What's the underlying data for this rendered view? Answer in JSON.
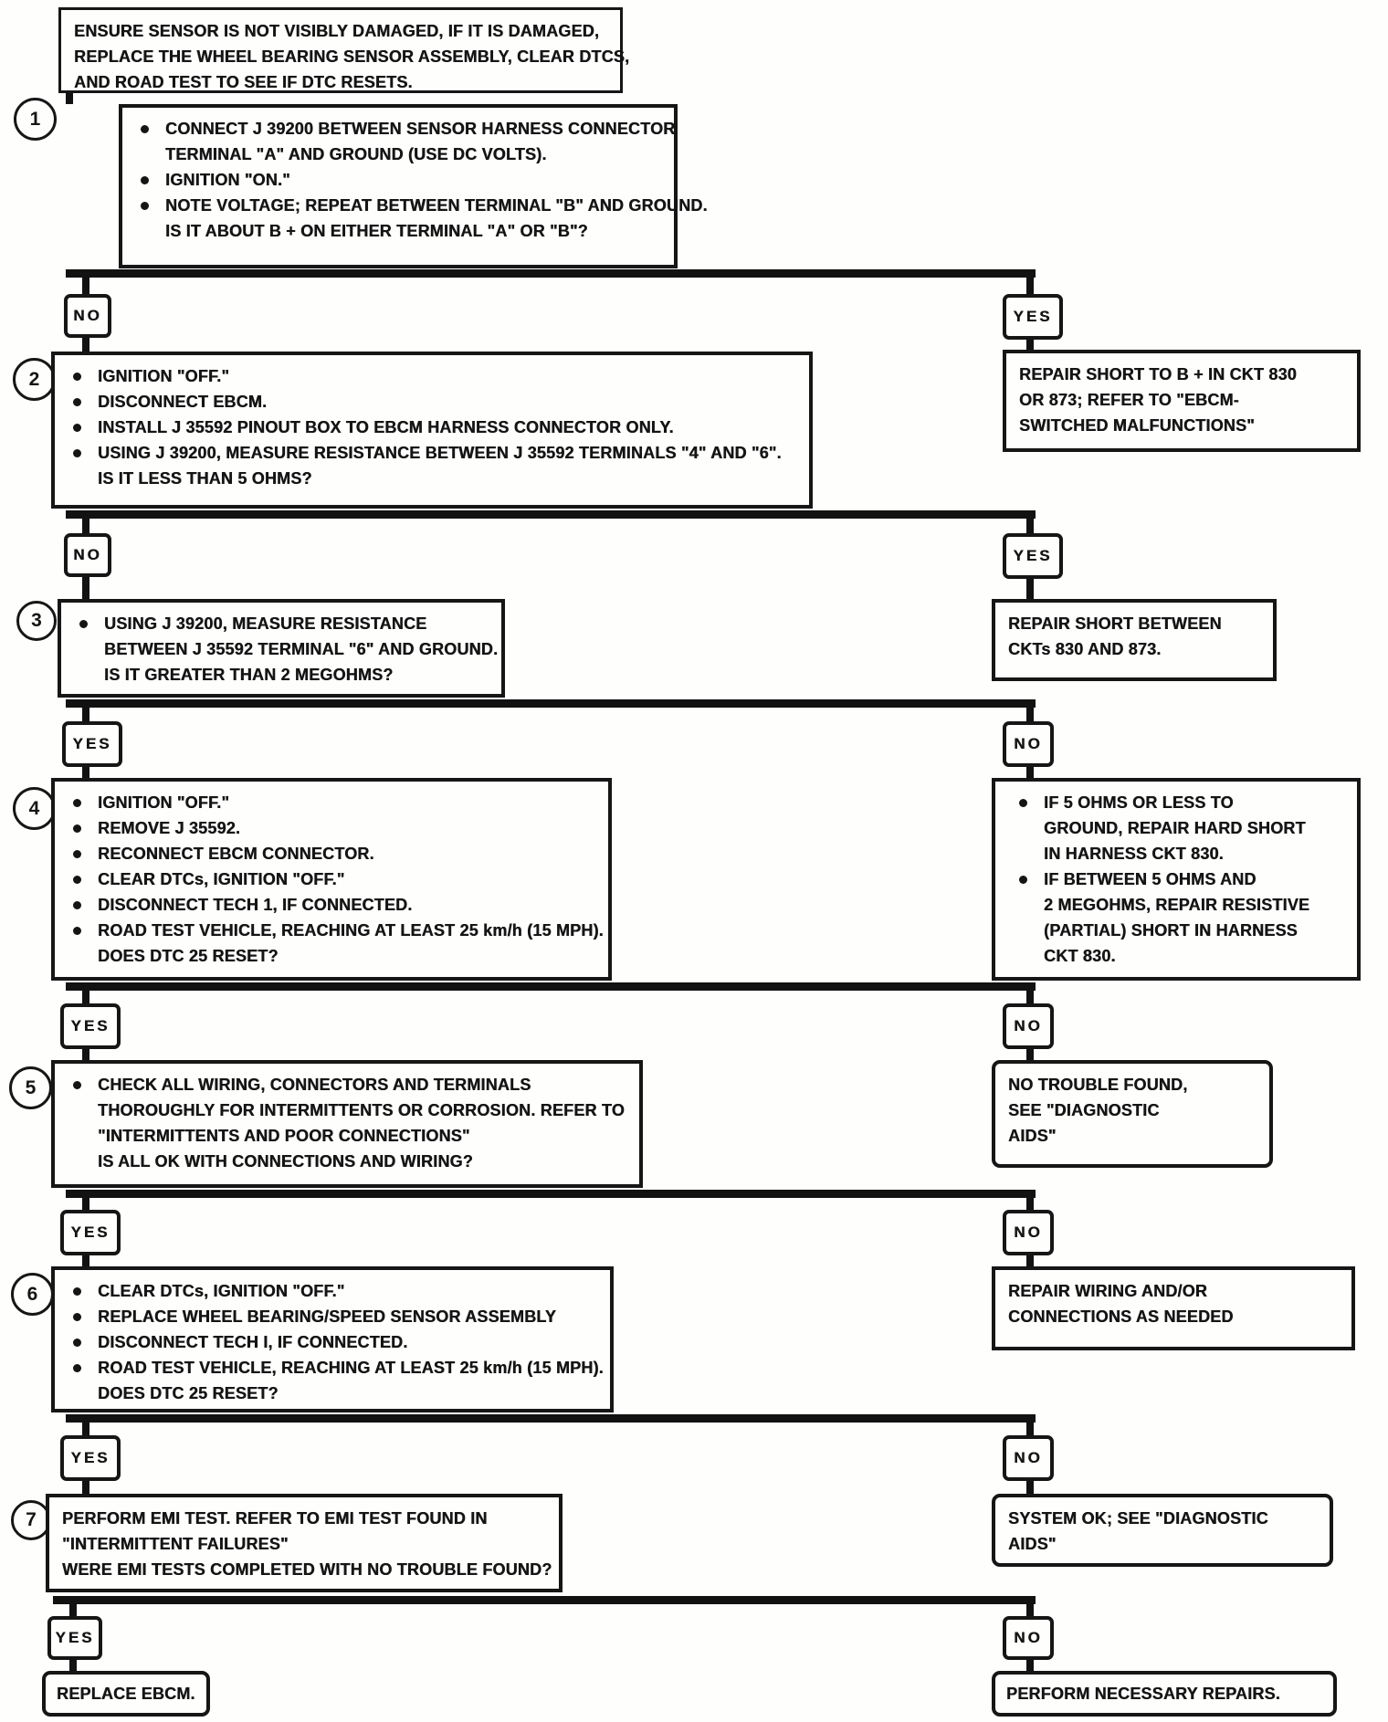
{
  "diagram": {
    "description": "DTC 25 wheel speed sensor diagnostic flowchart",
    "top_note": {
      "items": [
        {
          "bullet": false,
          "lines": [
            "ENSURE SENSOR IS NOT VISIBLY DAMAGED, IF IT IS DAMAGED,",
            "REPLACE THE WHEEL BEARING SENSOR ASSEMBLY, CLEAR DTCS,",
            "AND ROAD TEST TO SEE IF DTC RESETS."
          ]
        }
      ]
    },
    "steps": [
      {
        "number": "1",
        "items": [
          {
            "bullet": true,
            "lines": [
              "CONNECT J 39200 BETWEEN SENSOR HARNESS CONNECTOR",
              "TERMINAL \"A\" AND GROUND (USE DC VOLTS)."
            ]
          },
          {
            "bullet": true,
            "lines": [
              "IGNITION \"ON.\""
            ]
          },
          {
            "bullet": true,
            "lines": [
              "NOTE VOLTAGE; REPEAT BETWEEN TERMINAL \"B\" AND GROUND.",
              "IS IT ABOUT B + ON EITHER TERMINAL \"A\" OR \"B\"?"
            ]
          }
        ],
        "left_label": "NO",
        "right_label": "YES",
        "right_result": {
          "items": [
            {
              "bullet": false,
              "lines": [
                "REPAIR SHORT TO B + IN CKT 830",
                "OR 873; REFER TO \"EBCM-",
                "SWITCHED MALFUNCTIONS\""
              ]
            }
          ]
        }
      },
      {
        "number": "2",
        "items": [
          {
            "bullet": true,
            "lines": [
              "IGNITION \"OFF.\""
            ]
          },
          {
            "bullet": true,
            "lines": [
              "DISCONNECT EBCM."
            ]
          },
          {
            "bullet": true,
            "lines": [
              "INSTALL J 35592 PINOUT BOX TO EBCM HARNESS CONNECTOR ONLY."
            ]
          },
          {
            "bullet": true,
            "lines": [
              "USING J 39200, MEASURE RESISTANCE BETWEEN J 35592 TERMINALS \"4\" AND \"6\".",
              "IS IT LESS THAN 5 OHMS?"
            ]
          }
        ],
        "left_label": "NO",
        "right_label": "YES",
        "right_result": {
          "items": [
            {
              "bullet": false,
              "lines": [
                "REPAIR SHORT BETWEEN",
                "CKTs 830 AND 873."
              ]
            }
          ]
        }
      },
      {
        "number": "3",
        "items": [
          {
            "bullet": true,
            "lines": [
              "USING J 39200, MEASURE RESISTANCE",
              "BETWEEN J 35592 TERMINAL \"6\" AND GROUND.",
              "IS IT GREATER THAN 2 MEGOHMS?"
            ]
          }
        ],
        "left_label": "YES",
        "right_label": "NO",
        "right_result": {
          "items": [
            {
              "bullet": true,
              "lines": [
                "IF 5 OHMS OR LESS TO",
                "GROUND, REPAIR HARD SHORT",
                "IN HARNESS CKT 830."
              ]
            },
            {
              "bullet": true,
              "lines": [
                "IF BETWEEN 5 OHMS AND",
                "2 MEGOHMS, REPAIR RESISTIVE",
                "(PARTIAL) SHORT IN HARNESS",
                "CKT 830."
              ]
            }
          ]
        }
      },
      {
        "number": "4",
        "items": [
          {
            "bullet": true,
            "lines": [
              "IGNITION \"OFF.\""
            ]
          },
          {
            "bullet": true,
            "lines": [
              "REMOVE J 35592."
            ]
          },
          {
            "bullet": true,
            "lines": [
              "RECONNECT EBCM CONNECTOR."
            ]
          },
          {
            "bullet": true,
            "lines": [
              "CLEAR DTCs, IGNITION \"OFF.\""
            ]
          },
          {
            "bullet": true,
            "lines": [
              "DISCONNECT TECH 1, IF CONNECTED."
            ]
          },
          {
            "bullet": true,
            "lines": [
              "ROAD TEST VEHICLE, REACHING AT LEAST 25 km/h (15 MPH).",
              "DOES DTC 25 RESET?"
            ]
          }
        ],
        "left_label": "YES",
        "right_label": "NO",
        "right_result": {
          "items": [
            {
              "bullet": false,
              "lines": [
                "NO TROUBLE FOUND,",
                "SEE \"DIAGNOSTIC",
                "AIDS\""
              ]
            }
          ]
        }
      },
      {
        "number": "5",
        "items": [
          {
            "bullet": true,
            "lines": [
              "CHECK ALL WIRING, CONNECTORS AND TERMINALS",
              "THOROUGHLY FOR INTERMITTENTS OR CORROSION.  REFER TO",
              "\"INTERMITTENTS AND POOR CONNECTIONS\"",
              "IS ALL OK WITH CONNECTIONS AND WIRING?"
            ]
          }
        ],
        "left_label": "YES",
        "right_label": "NO",
        "right_result": {
          "items": [
            {
              "bullet": false,
              "lines": [
                "REPAIR WIRING AND/OR",
                "CONNECTIONS AS NEEDED"
              ]
            }
          ]
        }
      },
      {
        "number": "6",
        "items": [
          {
            "bullet": true,
            "lines": [
              "CLEAR DTCs, IGNITION \"OFF.\""
            ]
          },
          {
            "bullet": true,
            "lines": [
              "REPLACE WHEEL BEARING/SPEED SENSOR ASSEMBLY"
            ]
          },
          {
            "bullet": true,
            "lines": [
              "DISCONNECT TECH I, IF CONNECTED."
            ]
          },
          {
            "bullet": true,
            "lines": [
              "ROAD TEST VEHICLE, REACHING AT LEAST 25 km/h (15 MPH).",
              "DOES DTC 25 RESET?"
            ]
          }
        ],
        "left_label": "YES",
        "right_label": "NO",
        "right_result": {
          "items": [
            {
              "bullet": false,
              "lines": [
                "SYSTEM OK; SEE \"DIAGNOSTIC",
                "AIDS\""
              ]
            }
          ]
        }
      },
      {
        "number": "7",
        "items": [
          {
            "bullet": false,
            "lines": [
              "PERFORM EMI TEST.  REFER TO EMI TEST FOUND IN",
              "\"INTERMITTENT FAILURES\"",
              "WERE EMI TESTS COMPLETED WITH NO TROUBLE FOUND?"
            ]
          }
        ],
        "left_label": "YES",
        "right_label": "NO",
        "left_result": {
          "items": [
            {
              "bullet": false,
              "lines": [
                "REPLACE EBCM."
              ]
            }
          ]
        },
        "right_result": {
          "items": [
            {
              "bullet": false,
              "lines": [
                "PERFORM NECESSARY REPAIRS."
              ]
            }
          ]
        }
      }
    ]
  }
}
